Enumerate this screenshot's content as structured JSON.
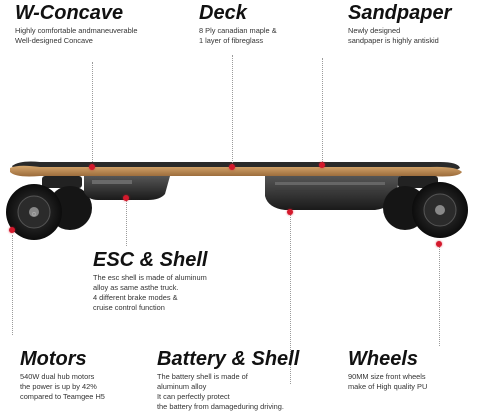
{
  "features": {
    "w_concave": {
      "title": "W-Concave",
      "lines": [
        "Highly comfortable andmaneuverable",
        "Well-designed Concave"
      ]
    },
    "deck": {
      "title": "Deck",
      "lines": [
        "8 Ply canadian maple &",
        "1 layer of fibreglass"
      ]
    },
    "sandpaper": {
      "title": "Sandpaper",
      "lines": [
        "Newly designed",
        "sandpaper is highly antiskid"
      ]
    },
    "esc_shell": {
      "title": "ESC & Shell",
      "lines": [
        "The esc shell is made of aluminum",
        "alloy as same asthe truck.",
        "4 different brake modes &",
        "cruise control function"
      ]
    },
    "motors": {
      "title": "Motors",
      "lines": [
        "540W dual hub motors",
        "the power is up by 42%",
        "compared to Teamgee H5"
      ]
    },
    "battery_shell": {
      "title": "Battery & Shell",
      "lines": [
        "The battery shell is made of",
        "aluminum alloy",
        "It can perfectly protect",
        "the battery from damageduring driving."
      ]
    },
    "wheels": {
      "title": "Wheels",
      "lines": [
        "90MM size front wheels",
        "make of High quality PU"
      ]
    }
  },
  "colors": {
    "callout_dot": "#d4192c",
    "leader_line": "#9b9b9b",
    "deck_wood": "#b98a55",
    "grip": "#2a2a2a",
    "hardware": "#1c1c1c"
  }
}
